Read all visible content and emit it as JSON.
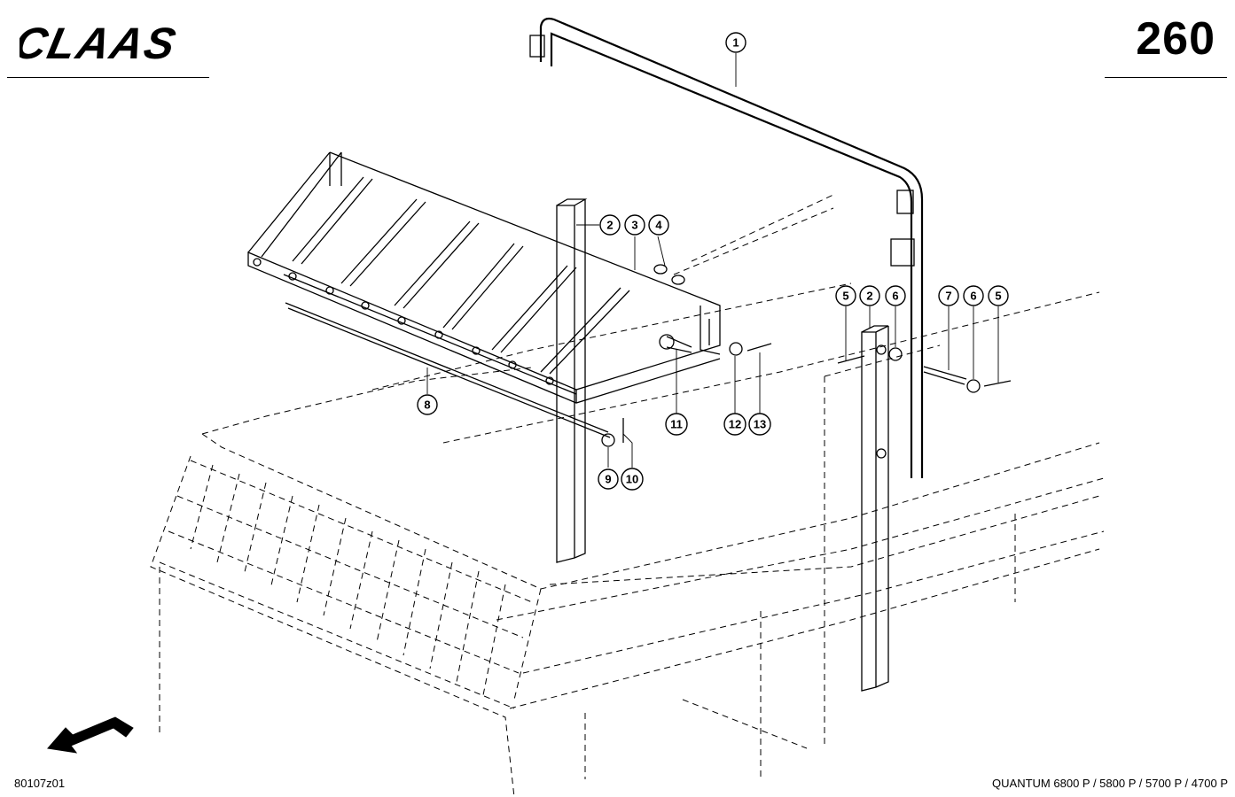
{
  "header": {
    "brand": "CLAAS",
    "page_number": "260"
  },
  "footer": {
    "drawing_id": "80107z01",
    "model_line": "QUANTUM 6800 P / 5800 P / 5700 P / 4700 P"
  },
  "callouts": [
    "1",
    "2",
    "3",
    "4",
    "5",
    "2",
    "6",
    "7",
    "6",
    "5",
    "8",
    "9",
    "10",
    "11",
    "12",
    "13"
  ]
}
